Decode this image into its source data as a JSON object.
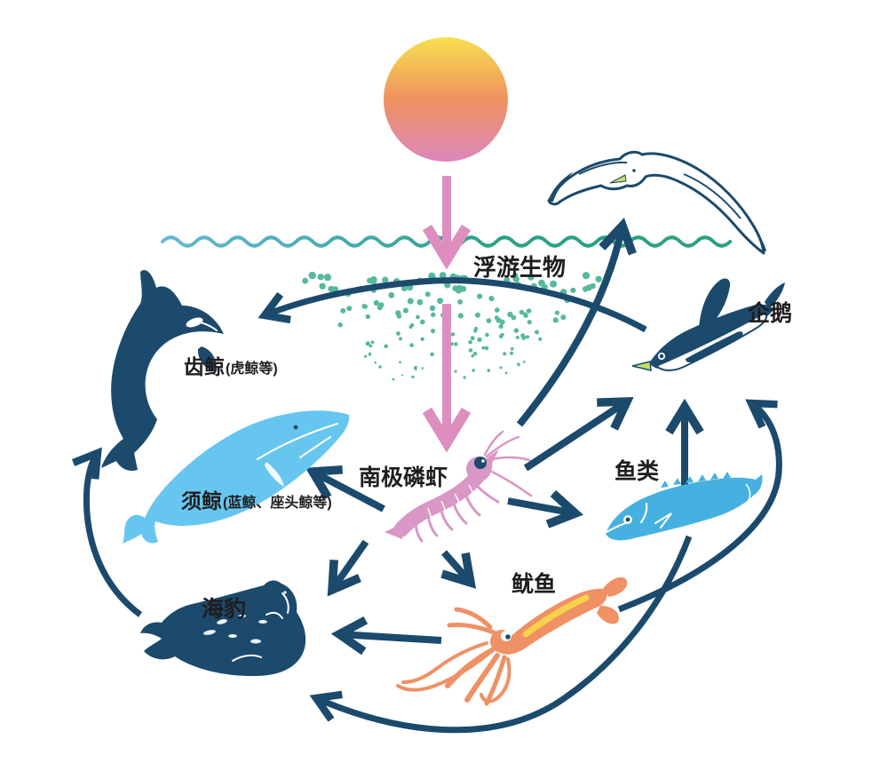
{
  "labels": {
    "plankton": "浮游生物",
    "krill": "南极磷虾",
    "toothed_whale": "齿鲸",
    "toothed_whale_note": "(虎鲸等)",
    "baleen_whale": "须鲸",
    "baleen_whale_note": "(蓝鲸、座头鲸等)",
    "seal": "海豹",
    "squid": "鱿鱼",
    "fish": "鱼类",
    "penguin": "企鹅"
  },
  "colors": {
    "navy": "#1b4a6d",
    "ink": "#201d1e",
    "pink": "#dd8ebe",
    "krillpink": "#d897c4",
    "whaleblue": "#67c6f0",
    "fishblue": "#46b1e1",
    "orange": "#ef9065",
    "stripe": "#f6d14a",
    "beak": "#c6de67",
    "plankton": "#3fb090",
    "wavestart": "#69b7d9",
    "waveend": "#2ba184",
    "sun1": "#f7e04e",
    "sun2": "#f09160",
    "sun3": "#dc88bd"
  },
  "food_web": {
    "nodes": [
      {
        "id": "sun",
        "label": ""
      },
      {
        "id": "plankton",
        "label": "浮游生物"
      },
      {
        "id": "krill",
        "label": "南极磷虾"
      },
      {
        "id": "baleen_whale",
        "label": "须鲸(蓝鲸、座头鲸等)"
      },
      {
        "id": "toothed_whale",
        "label": "齿鲸(虎鲸等)"
      },
      {
        "id": "seal",
        "label": "海豹"
      },
      {
        "id": "squid",
        "label": "鱿鱼"
      },
      {
        "id": "fish",
        "label": "鱼类"
      },
      {
        "id": "penguin",
        "label": "企鹅"
      },
      {
        "id": "seabird",
        "label": ""
      }
    ],
    "edges": [
      {
        "from": "sun",
        "to": "plankton",
        "color": "pink"
      },
      {
        "from": "plankton",
        "to": "krill",
        "color": "pink"
      },
      {
        "from": "krill",
        "to": "baleen_whale",
        "color": "navy"
      },
      {
        "from": "krill",
        "to": "seal",
        "color": "navy"
      },
      {
        "from": "krill",
        "to": "squid",
        "color": "navy"
      },
      {
        "from": "krill",
        "to": "fish",
        "color": "navy"
      },
      {
        "from": "krill",
        "to": "penguin",
        "color": "navy"
      },
      {
        "from": "krill",
        "to": "seabird",
        "color": "navy"
      },
      {
        "from": "fish",
        "to": "penguin",
        "color": "navy"
      },
      {
        "from": "squid",
        "to": "penguin",
        "color": "navy"
      },
      {
        "from": "squid",
        "to": "seal",
        "color": "navy"
      },
      {
        "from": "fish",
        "to": "seal",
        "color": "navy"
      },
      {
        "from": "seal",
        "to": "toothed_whale",
        "color": "navy"
      },
      {
        "from": "penguin",
        "to": "toothed_whale",
        "color": "navy"
      }
    ]
  }
}
